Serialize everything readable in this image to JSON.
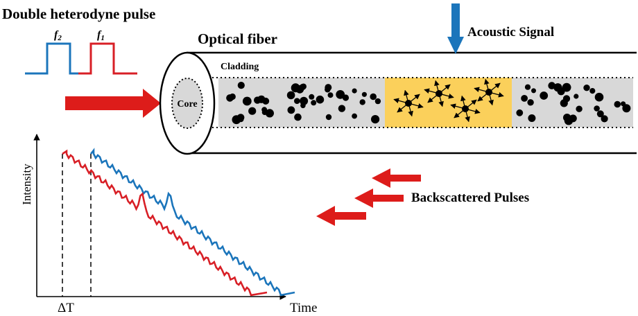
{
  "labels": {
    "title": "Double heterodyne pulse",
    "f2": "f",
    "f2_sub": "2",
    "f1": "f",
    "f1_sub": "1",
    "optical_fiber": "Optical fiber",
    "acoustic_signal": "Acoustic Signal",
    "cladding": "Cladding",
    "core": "Core",
    "backscattered": "Backscattered Pulses",
    "intensity": "Intensity",
    "time": "Time",
    "delta_t": "ΔT"
  },
  "colors": {
    "f1_pulse": "#d81f26",
    "f2_pulse": "#1b75bb",
    "arrow_red": "#dd1c1a",
    "acoustic_arrow": "#1b75bb",
    "core_fill": "#d8d8d8",
    "acoustic_zone": "#fbd05b"
  },
  "icons": {
    "input_arrow": "right-arrow-icon",
    "acoustic_arrow": "down-arrow-icon",
    "backscatter_arrows": "left-arrow-icon",
    "scatter_event": "starburst-icon"
  }
}
